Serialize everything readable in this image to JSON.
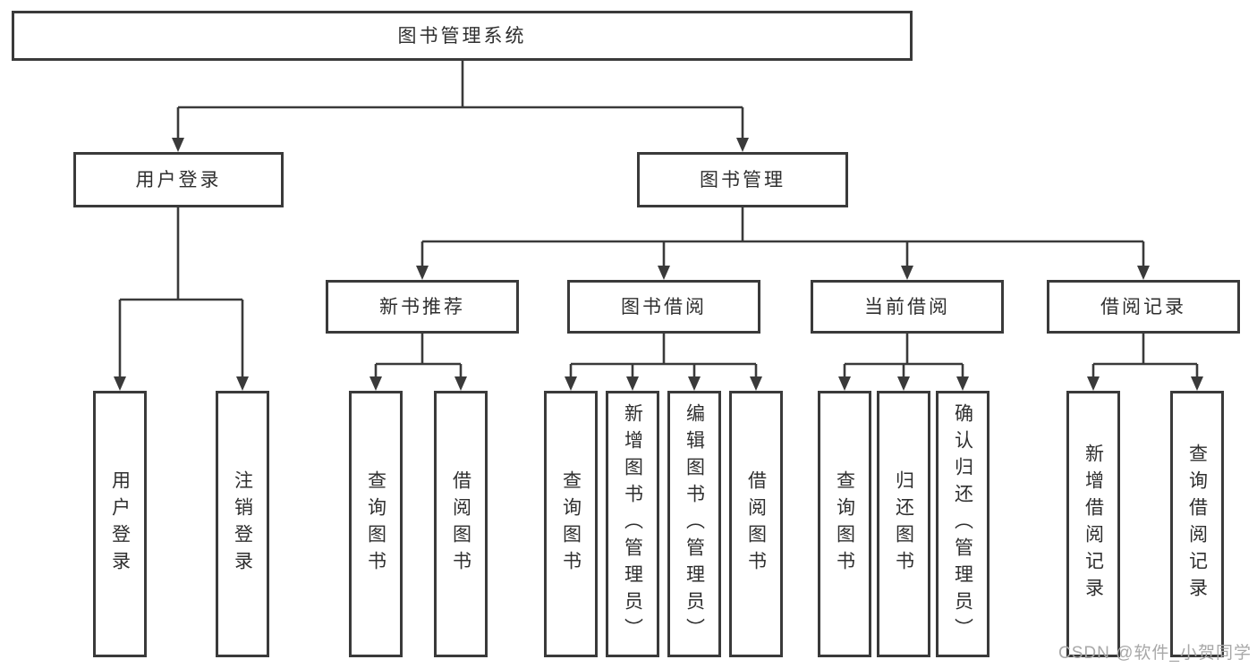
{
  "tree": {
    "root": {
      "label": "图书管理系统"
    },
    "children": [
      {
        "label": "用户登录",
        "children": [
          {
            "label": "用户登录"
          },
          {
            "label": "注销登录"
          }
        ]
      },
      {
        "label": "图书管理",
        "children": [
          {
            "label": "新书推荐",
            "children": [
              {
                "label": "查询图书"
              },
              {
                "label": "借阅图书"
              }
            ]
          },
          {
            "label": "图书借阅",
            "children": [
              {
                "label": "查询图书"
              },
              {
                "label": "新增图书（管理员）"
              },
              {
                "label": "编辑图书（管理员）"
              },
              {
                "label": "借阅图书"
              }
            ]
          },
          {
            "label": "当前借阅",
            "children": [
              {
                "label": "查询图书"
              },
              {
                "label": "归还图书"
              },
              {
                "label": "确认归还（管理员）"
              }
            ]
          },
          {
            "label": "借阅记录",
            "children": [
              {
                "label": "新增借阅记录"
              },
              {
                "label": "查询借阅记录"
              }
            ]
          }
        ]
      }
    ]
  },
  "watermark": {
    "text": "CSDN @软件_小贺同学"
  },
  "colors": {
    "line": "#3a3a3a",
    "text": "#2f2f2f",
    "background": "#ffffff",
    "watermark": "#a8a8a8"
  }
}
